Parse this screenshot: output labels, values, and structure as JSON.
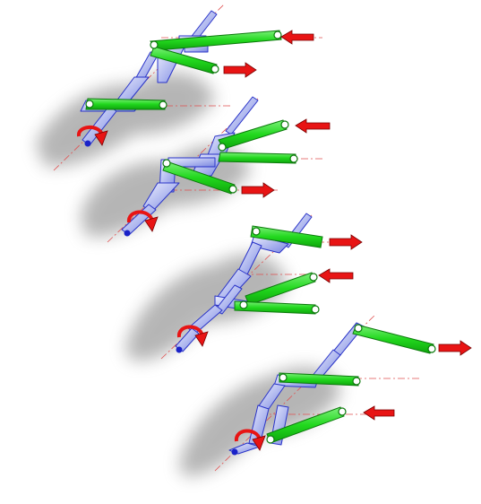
{
  "colors": {
    "background": "#ffffff",
    "crank_shaft": "#b4bcf0",
    "crank_edge": "#2a34c8",
    "shaft_tip": "#1a22c8",
    "connecting_rod": "#22d81e",
    "connecting_rod_edge": "#0c7a0c",
    "motion_arrow": "#e81414",
    "motion_arrow_edge": "#7a0000",
    "axis_line": "#e05050",
    "shadow": "#7a7a7a"
  },
  "icons": {
    "piston_force": "right-arrow-icon",
    "input_force": "left-arrow-icon",
    "crank_rotation": "rotation-arrow-icon"
  },
  "mechanisms": [
    {
      "id": "mechanism-1",
      "stroke_fraction": 0.2,
      "crank_angle_deg": 0
    },
    {
      "id": "mechanism-2",
      "stroke_fraction": 0.45,
      "crank_angle_deg": 90
    },
    {
      "id": "mechanism-3",
      "stroke_fraction": 0.7,
      "crank_angle_deg": 180
    },
    {
      "id": "mechanism-4",
      "stroke_fraction": 0.95,
      "crank_angle_deg": 270
    }
  ]
}
